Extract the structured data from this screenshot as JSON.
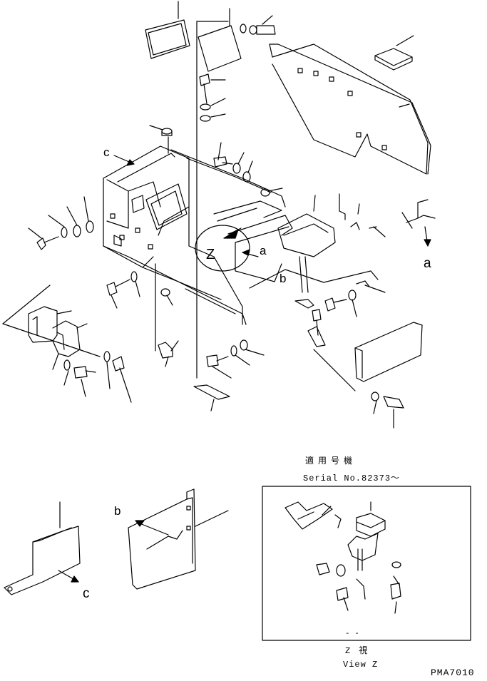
{
  "labels": {
    "c_top": "c",
    "a_callout": "a",
    "z_view": "Z",
    "b_callout": "b",
    "a_right": "a",
    "b_detail": "b",
    "c_detail": "c"
  },
  "inset": {
    "applicable_title": "適用号機",
    "serial": "Serial No.82373～",
    "dashes": "- -",
    "view_jp": "Z　視",
    "view_en": "View Z"
  },
  "code": "PMA7010",
  "colors": {
    "ink": "#000000",
    "paper": "#ffffff"
  }
}
